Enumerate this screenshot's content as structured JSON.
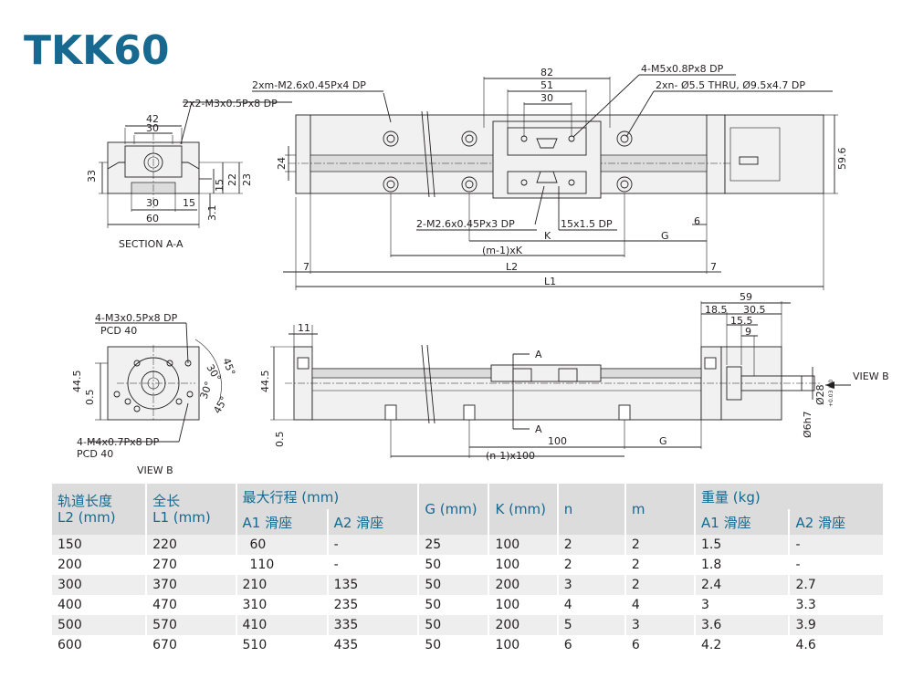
{
  "title": "TKK60",
  "drawing": {
    "top_view": {
      "labels": {
        "m26": "2xm-M2.6x0.45Px4 DP",
        "m5": "4-M5x0.8Px8 DP",
        "thru": "2xn- Ø5.5 THRU, Ø9.5x4.7 DP",
        "m26b": "2-M2.6x0.45Px3 DP",
        "dp15": "15x1.5 DP"
      },
      "dims": {
        "d82": "82",
        "d51": "51",
        "d30": "30",
        "d24": "24",
        "d596": "59.6",
        "d6": "6",
        "K": "K",
        "G": "G",
        "mK": "(m-1)xK",
        "L2": "L2",
        "L1": "L1",
        "d7a": "7",
        "d7b": "7"
      }
    },
    "section_aa": {
      "caption": "SECTION A-A",
      "labels": {
        "m3": "2x2-M3x0.5Px8 DP"
      },
      "dims": {
        "d42": "42",
        "d30a": "30",
        "d33": "33",
        "d15": "15",
        "d22": "22",
        "d23": "23",
        "d30b": "30",
        "d15b": "15",
        "d31": "3.1",
        "d60": "60"
      }
    },
    "view_b": {
      "caption": "VIEW B",
      "labels": {
        "m3": "4-M3x0.5Px8 DP",
        "pcd1": "PCD 40",
        "m4": "4-M4x0.7Px8 DP",
        "pcd2": "PCD 40"
      },
      "dims": {
        "d445": "44.5",
        "d05": "0.5",
        "a45a": "45°",
        "a30a": "30°",
        "a30b": "30°",
        "a45b": "45°"
      }
    },
    "side_view": {
      "labels": {
        "A1": "A",
        "A2": "A",
        "viewb": "VIEW B"
      },
      "dims": {
        "d11": "11",
        "d445": "44.5",
        "d05": "0.5",
        "d100": "100",
        "G": "G",
        "n100": "(n-1)x100",
        "d59": "59",
        "d185": "18.5",
        "d305": "30.5",
        "d155": "15.5",
        "d9": "9",
        "d28": "Ø28",
        "tol": "+0.03 / -0",
        "d6h7": "Ø6h7"
      }
    }
  },
  "table": {
    "headers": {
      "l2": "轨道长度\nL2 (mm)",
      "l1": "全长\nL1 (mm)",
      "stroke": "最大行程 (mm)",
      "a1": "A1 滑座",
      "a2": "A2 滑座",
      "g": "G (mm)",
      "k": "K (mm)",
      "n": "n",
      "m": "m",
      "weight": "重量 (kg)",
      "wa1": "A1 滑座",
      "wa2": "A2 滑座"
    },
    "rows": [
      [
        "150",
        "220",
        "60",
        "-",
        "25",
        "100",
        "2",
        "2",
        "1.5",
        "-"
      ],
      [
        "200",
        "270",
        "110",
        "-",
        "50",
        "100",
        "2",
        "2",
        "1.8",
        "-"
      ],
      [
        "300",
        "370",
        "210",
        "135",
        "50",
        "200",
        "3",
        "2",
        "2.4",
        "2.7"
      ],
      [
        "400",
        "470",
        "310",
        "235",
        "50",
        "100",
        "4",
        "4",
        "3",
        "3.3"
      ],
      [
        "500",
        "570",
        "410",
        "335",
        "50",
        "200",
        "5",
        "3",
        "3.6",
        "3.9"
      ],
      [
        "600",
        "670",
        "510",
        "435",
        "50",
        "100",
        "6",
        "6",
        "4.2",
        "4.6"
      ]
    ]
  }
}
